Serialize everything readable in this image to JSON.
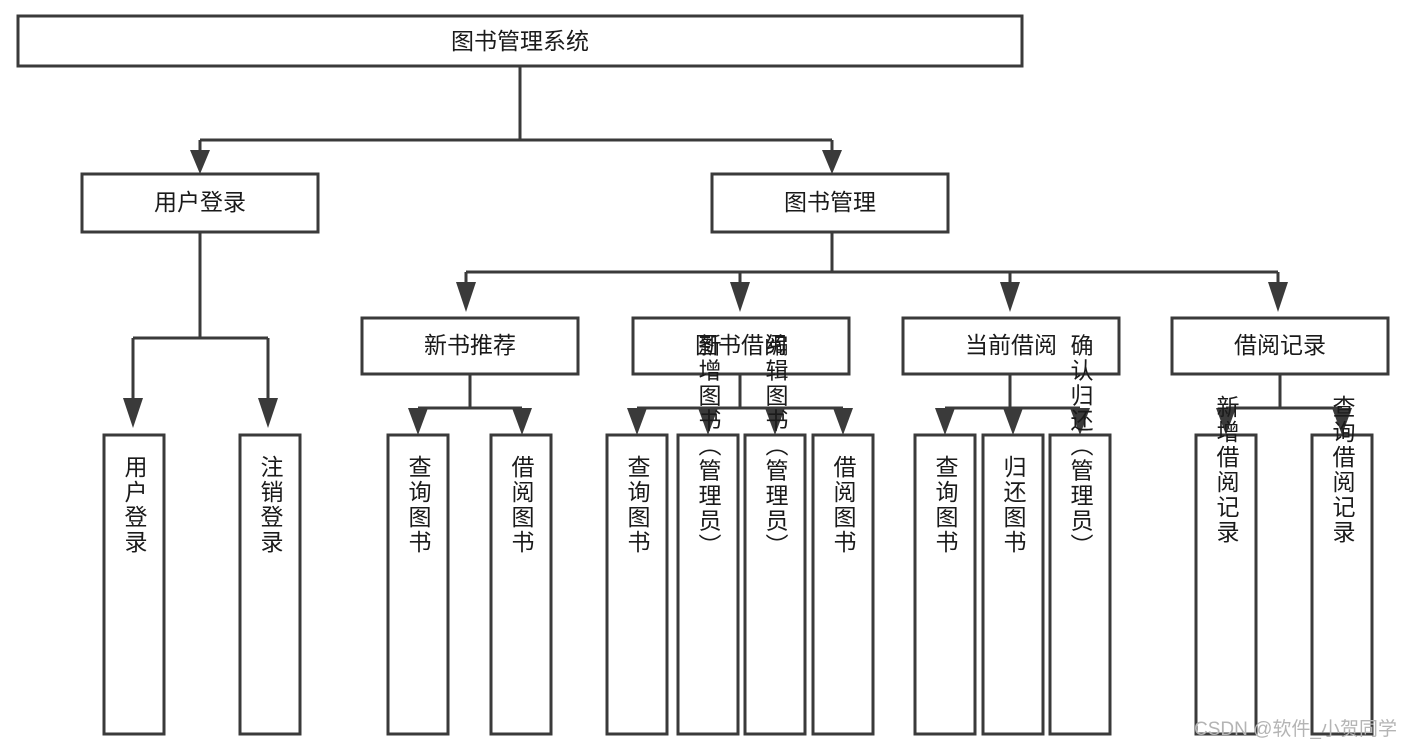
{
  "diagram": {
    "title": "图书管理系统",
    "type": "tree",
    "orientation": "top-down",
    "colors": {
      "stroke": "#3a3a3a",
      "box_fill": "#ffffff",
      "text": "#1a1a1a",
      "background": "#ffffff",
      "watermark": "#b4b4b4"
    },
    "root": {
      "label": "图书管理系统"
    },
    "level2": [
      {
        "label": "用户登录"
      },
      {
        "label": "图书管理"
      }
    ],
    "level3": [
      {
        "label": "新书推荐"
      },
      {
        "label": "图书借阅"
      },
      {
        "label": "当前借阅"
      },
      {
        "label": "借阅记录"
      }
    ],
    "leaves": {
      "user_login": [
        {
          "label": "用户登录"
        },
        {
          "label": "注销登录"
        }
      ],
      "new_book_recommend": [
        {
          "label": "查询图书"
        },
        {
          "label": "借阅图书"
        }
      ],
      "book_borrow": [
        {
          "label": "查询图书"
        },
        {
          "label": "新增图书（管理员）"
        },
        {
          "label": "编辑图书（管理员）"
        },
        {
          "label": "借阅图书"
        }
      ],
      "current_borrow": [
        {
          "label": "查询图书"
        },
        {
          "label": "归还图书"
        },
        {
          "label": "确认归还（管理员）"
        }
      ],
      "borrow_record": [
        {
          "label": "新增借阅记录"
        },
        {
          "label": "查询借阅记录"
        }
      ]
    }
  },
  "watermark": {
    "text": "CSDN @软件_小贺同学"
  }
}
